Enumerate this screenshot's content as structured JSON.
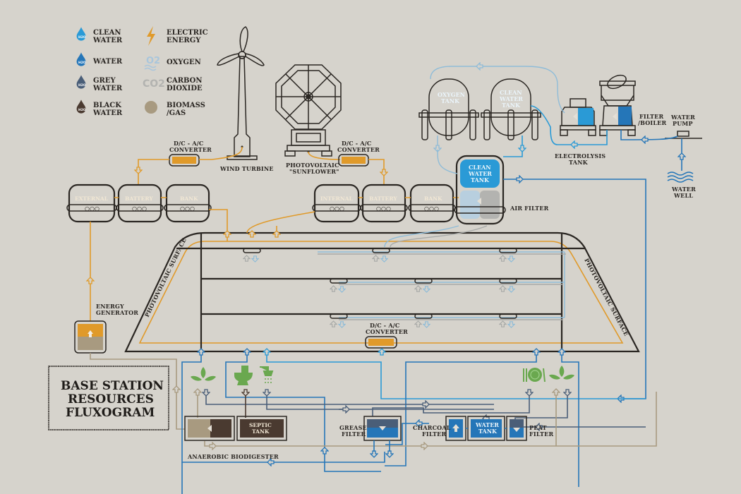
{
  "title": {
    "line1": "BASE STATION",
    "line2": "RESOURCES",
    "line3": "FLUXOGRAM"
  },
  "colors": {
    "background": "#d6d3cc",
    "electric": "#e09a2a",
    "clean_water": "#2a9ad6",
    "water": "#2576b8",
    "grey_water": "#4a5e78",
    "black_water": "#4a3a30",
    "oxygen": "#a9c6dc",
    "co2": "#b3b3b0",
    "biomass": "#a89a80",
    "green": "#6aa84f"
  },
  "legend": [
    {
      "icon": "clean-water-drop-icon",
      "line1": "CLEAN",
      "line2": "WATER",
      "glyph": "H2O"
    },
    {
      "icon": "water-drop-icon",
      "line1": "WATER",
      "line2": "",
      "glyph": "H2O"
    },
    {
      "icon": "grey-water-drop-icon",
      "line1": "GREY",
      "line2": "WATER",
      "glyph": "H2O"
    },
    {
      "icon": "black-water-drop-icon",
      "line1": "BLACK",
      "line2": "WATER",
      "glyph": "H2O"
    },
    {
      "icon": "lightning-icon",
      "line1": "ELECTRIC",
      "line2": "ENERGY"
    },
    {
      "icon": "oxygen-icon",
      "line1": "OXYGEN",
      "line2": "",
      "glyph": "O2"
    },
    {
      "icon": "co2-icon",
      "line1": "CARBON",
      "line2": "DIOXIDE",
      "glyph": "CO2"
    },
    {
      "icon": "biomass-circle-icon",
      "line1": "BIOMASS",
      "line2": "/GAS"
    }
  ],
  "labels": {
    "converter1": {
      "line1": "D/C - A/C",
      "line2": "CONVERTER"
    },
    "converter2": {
      "line1": "D/C - A/C",
      "line2": "CONVERTER"
    },
    "converter3": {
      "line1": "D/C - A/C",
      "line2": "CONVERTER"
    },
    "wind_turbine": "WIND TURBINE",
    "sunflower": {
      "line1": "PHOTOVOLTAIC",
      "line2": "\"SUNFLOWER\""
    },
    "oxygen_tank": {
      "line1": "OXYGEN",
      "line2": "TANK"
    },
    "clean_water_tank_top": {
      "line1": "CLEAN",
      "line2": "WATER",
      "line3": "TANK"
    },
    "clean_water_tank": {
      "line1": "CLEAN",
      "line2": "WATER",
      "line3": "TANK"
    },
    "electrolysis_tank": {
      "line1": "ELECTROLYSIS",
      "line2": "TANK"
    },
    "filter_boiler": {
      "line1": "FILTER",
      "line2": "/BOILER"
    },
    "water_pump": {
      "line1": "WATER",
      "line2": "PUMP"
    },
    "water_well": {
      "line1": "WATER",
      "line2": "WELL"
    },
    "air_filter": "AIR FILTER",
    "battery_left": [
      "EXTERNAL",
      "BATTERY",
      "BANK"
    ],
    "battery_right": [
      "INTERNAL",
      "BATTERY",
      "BANK"
    ],
    "photovoltaic_left": "PHOTOVOLTAIC SURFACE",
    "photovoltaic_right": "PHOTOVOLTAIC SURFACE",
    "energy_generator": {
      "line1": "ENERGY",
      "line2": "GENERATOR"
    },
    "septic_tank": {
      "line1": "SEPTIC",
      "line2": "TANK"
    },
    "anaerobic_biodigester": "ANAEROBIC BIODIGESTER",
    "grease_filter": {
      "line1": "GREASE",
      "line2": "FILTER"
    },
    "charcoal_filter": {
      "line1": "CHARCOAL",
      "line2": "FILTER"
    },
    "water_tank": {
      "line1": "WATER",
      "line2": "TANK"
    },
    "peat_filter": {
      "line1": "PEAT",
      "line2": "FILTER"
    }
  }
}
